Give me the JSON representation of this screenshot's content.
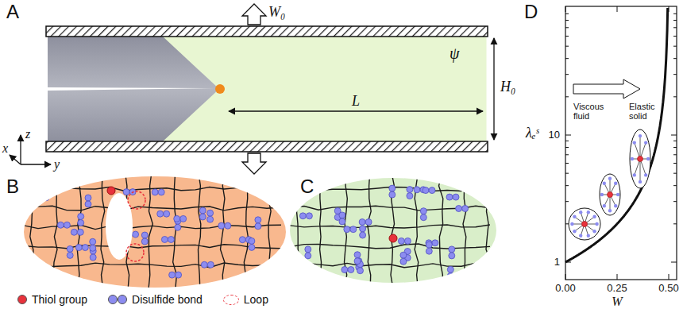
{
  "diagram": {
    "labels": [
      "A",
      "W₀",
      "ψ",
      "L",
      "H₀",
      "z",
      "y",
      "x",
      "B",
      "C",
      "D",
      "Viscous fluid",
      "Elastic solid",
      "λₑˢ",
      "10",
      "1",
      "0.00",
      "0.25",
      "0.50",
      "W"
    ],
    "legend": [
      {
        "text": "Thiol group",
        "color": "#e8323c"
      },
      {
        "text": "Disulfide bond",
        "color": "#8c8cf0"
      },
      {
        "text": "Loop"
      }
    ]
  }
}
